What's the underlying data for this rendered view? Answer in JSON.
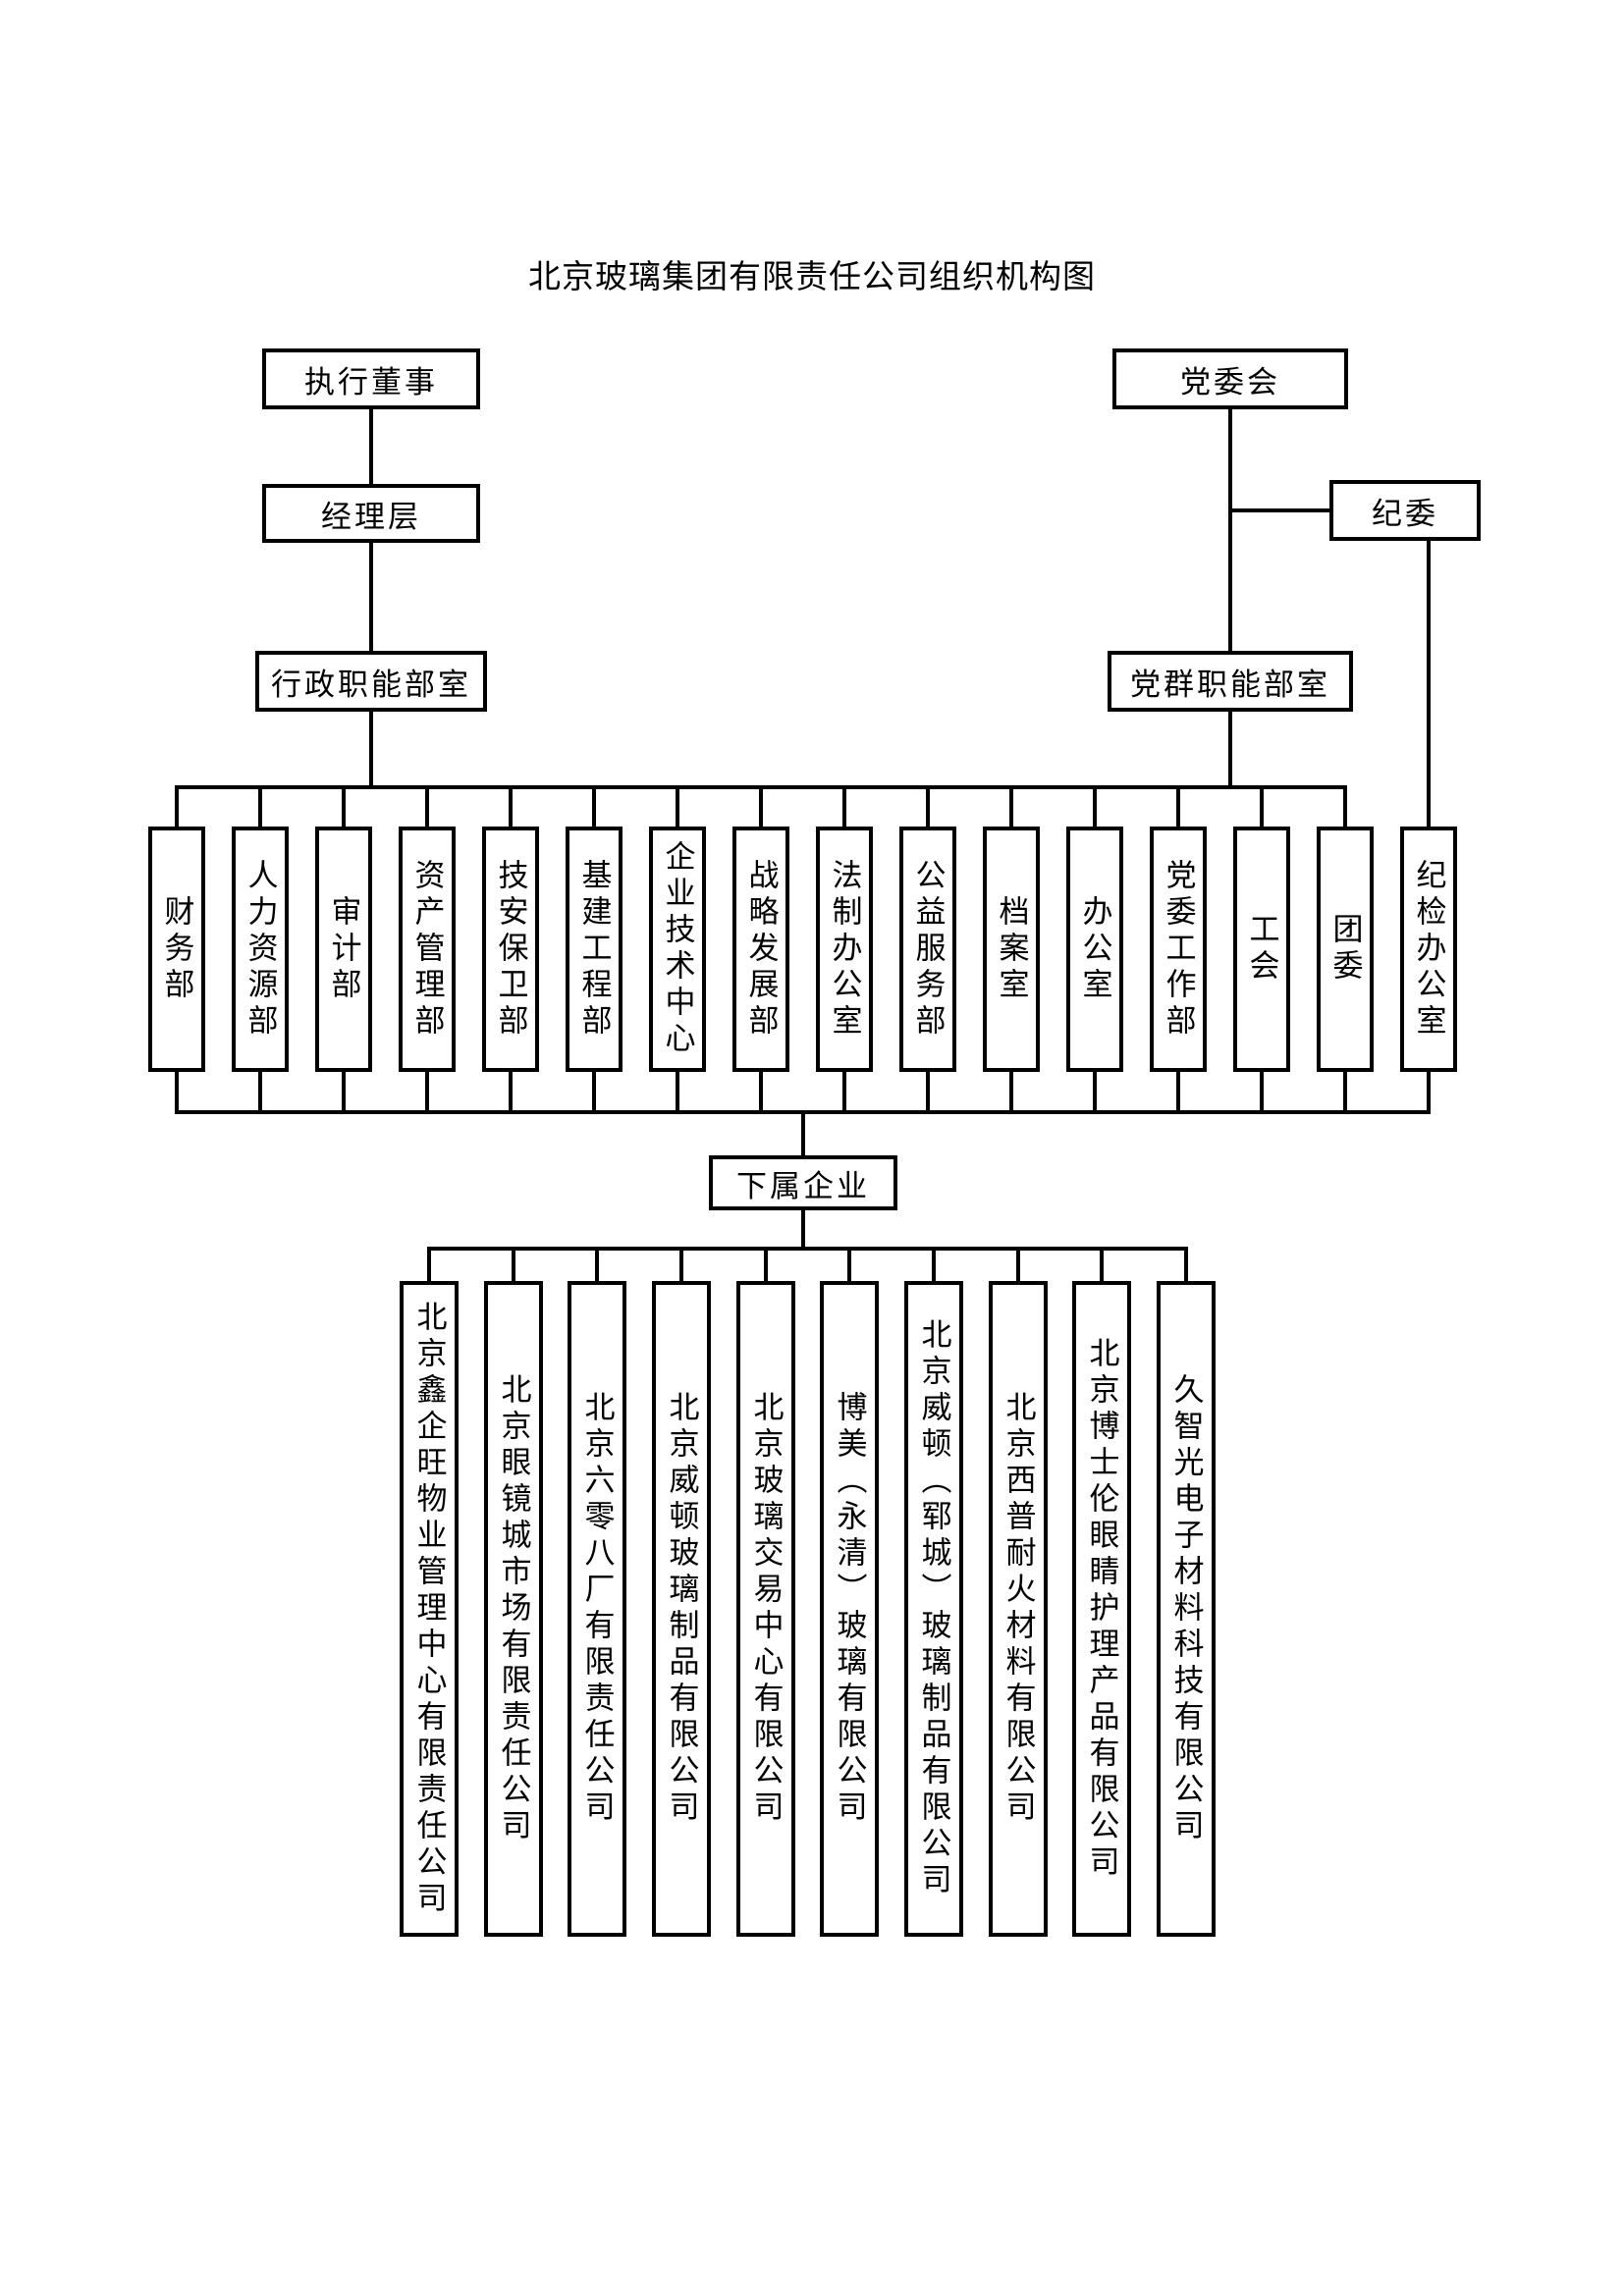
{
  "title": "北京玻璃集团有限责任公司组织机构图",
  "nodes": {
    "executive_director": "执行董事",
    "party_committee": "党委会",
    "management_layer": "经理层",
    "discipline_committee": "纪委",
    "admin_functional_departments": "行政职能部室",
    "party_mass_functional_departments": "党群职能部室",
    "subordinate_enterprises": "下属企业"
  },
  "departments": [
    "财务部",
    "人力资源部",
    "审计部",
    "资产管理部",
    "技安保卫部",
    "基建工程部",
    "企业技术中心",
    "战略发展部",
    "法制办公室",
    "公益服务部",
    "档案室",
    "办公室",
    "党委工作部",
    "工会",
    "团委",
    "纪检办公室"
  ],
  "subsidiaries": [
    "北京鑫企旺物业管理中心有限责任公司",
    "北京眼镜城市场有限责任公司",
    "北京六零八厂有限责任公司",
    "北京威顿玻璃制品有限公司",
    "北京玻璃交易中心有限公司",
    "博美（永清）玻璃有限公司",
    "北京威顿（郓城）玻璃制品有限公司",
    "北京西普耐火材料有限公司",
    "北京博士伦眼睛护理产品有限公司",
    "久智光电子材料科技有限公司"
  ],
  "colors": {
    "line": "#000000",
    "background": "#ffffff",
    "text": "#000000"
  }
}
